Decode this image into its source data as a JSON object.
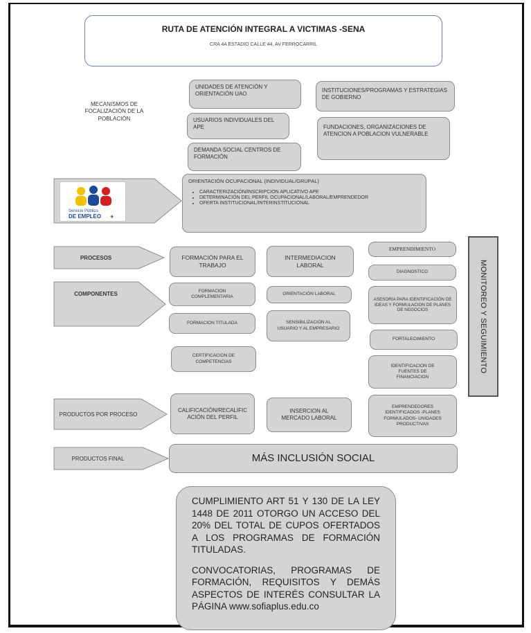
{
  "header": {
    "title": "RUTA DE ATENCIÓN INTEGRAL A VICTIMAS -SENA",
    "address": "CRA 4A ESTADIO CALLE 44, AV FERROCARRIL"
  },
  "mechanisms": {
    "label": "MECANISMOS DE FOCALIZACIÓN DE LA POBLACIÓN",
    "col1": [
      "UNIDADES DE ATENCIÓN Y ORIENTACIÓN UAO",
      "USUARIOS INDIVIDUALES DEL APE",
      "DEMANDA SOCIAL CENTROS DE FORMACIÓN"
    ],
    "col2": [
      "INSTITUCIONES/PROGRAMAS Y ESTRATEGIAS DE GOBIERNO",
      "FUNDACIONES, ORGANIZACIONES DE ATENCION A POBLACION VULNERABLE"
    ]
  },
  "logo": {
    "text_top": "Servicio Público",
    "text_bottom": "DE EMPLEO"
  },
  "orientation": {
    "title": "ORIENTACIÓN OCUPACIONAL (INDIVIDUAL/GRUPAL)",
    "items": [
      "CARACTERIZACIÓN/INSCRIPCION APLICATIVO APE",
      "DETERMINACIÓN DEL PERFIL OCUPACIONAL/LABORAL/EMPRENDEDOR",
      "OFERTA INSTITUCIONAL/INTERINSTITUCIONAL"
    ]
  },
  "rows": {
    "procesos": "PROCESOS",
    "componentes": "COMPONENTES",
    "productos_proceso": "PRODUCTOS POR PROCESO",
    "productos_final": "PRODUCTOS FINAL"
  },
  "procesos": {
    "formacion": "FORMACIÓN PARA EL TRABAJO",
    "intermediacion": "INTERMEDIACION LABORAL",
    "emprendimiento": "EMPRENDIMIENTO"
  },
  "componentes": {
    "formacion": [
      "FORMACION COMPLEMENTARIA",
      "FORMACION TITULADA",
      "CERTIFICACION DE COMPETENCIAS"
    ],
    "intermediacion": [
      "ORIENTACIÓN LABORAL",
      "SENSIBILIZACIÓN AL USUARIO Y AL EMPRESARIO"
    ],
    "emprendimiento": [
      "DIAGNOSTICO",
      "ASESORIA PARA IDENTIFICACIÓN DE IDEAS Y FORMULACION DE PLANES DE NEGOCIOS",
      "FORTALECIMIENTO",
      "IDENTIFICACION DE FUENTES DE FINANCIACION"
    ]
  },
  "productos": {
    "formacion": "CALIFICACIÓN/RECALIFICACIÓN DEL PERFIL",
    "intermediacion": "INSERCION AL MERCADO LABORAL",
    "emprendimiento": "EMPRENDEDORES IDENTIFICADOS -PLANES FORMULADOS- UNIDADES PRODUCTIVAS"
  },
  "final": "MÁS INCLUSIÓN SOCIAL",
  "monitoring": "MONITOREO Y SEGUIMIENTO",
  "note": {
    "p1": "CUMPLIMIENTO ART 51 Y 130 DE LA LEY 1448 DE 2011 OTORGO UN ACCESO DEL 20% DEL TOTAL DE CUPOS OFERTADOS A LOS PROGRAMAS DE FORMACIÓN TITULADAS.",
    "p2": "CONVOCATORIAS, PROGRAMAS DE FORMACIÓN, REQUISITOS Y DEMÁS ASPECTOS DE INTERÉS CONSULTAR LA PÁGINA www.sofiaplus.edu.co"
  },
  "colors": {
    "box_fill": "#d4d4d4",
    "box_border": "#8c8c8c",
    "header_border": "#6b7fa8",
    "frame": "#111111"
  }
}
